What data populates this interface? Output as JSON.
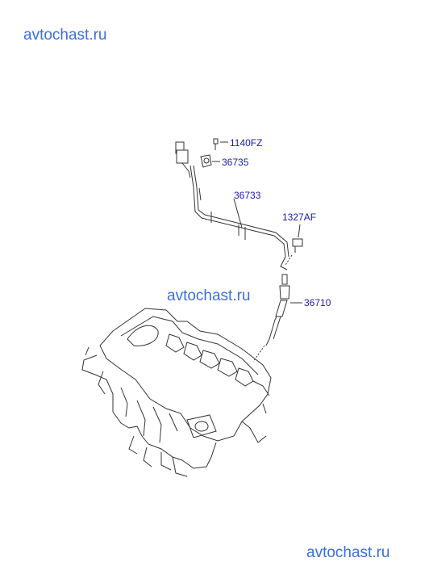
{
  "watermarks": {
    "top_left": "avtochast.ru",
    "center": "avtochast.ru",
    "bottom_right": "avtochast.ru"
  },
  "parts": {
    "p1": "1140FZ",
    "p2": "36735",
    "p3": "36733",
    "p4": "1327AF",
    "p5": "36710"
  },
  "colors": {
    "watermark": "#3b6fd6",
    "label": "#1a1aa8",
    "line": "#333333"
  }
}
